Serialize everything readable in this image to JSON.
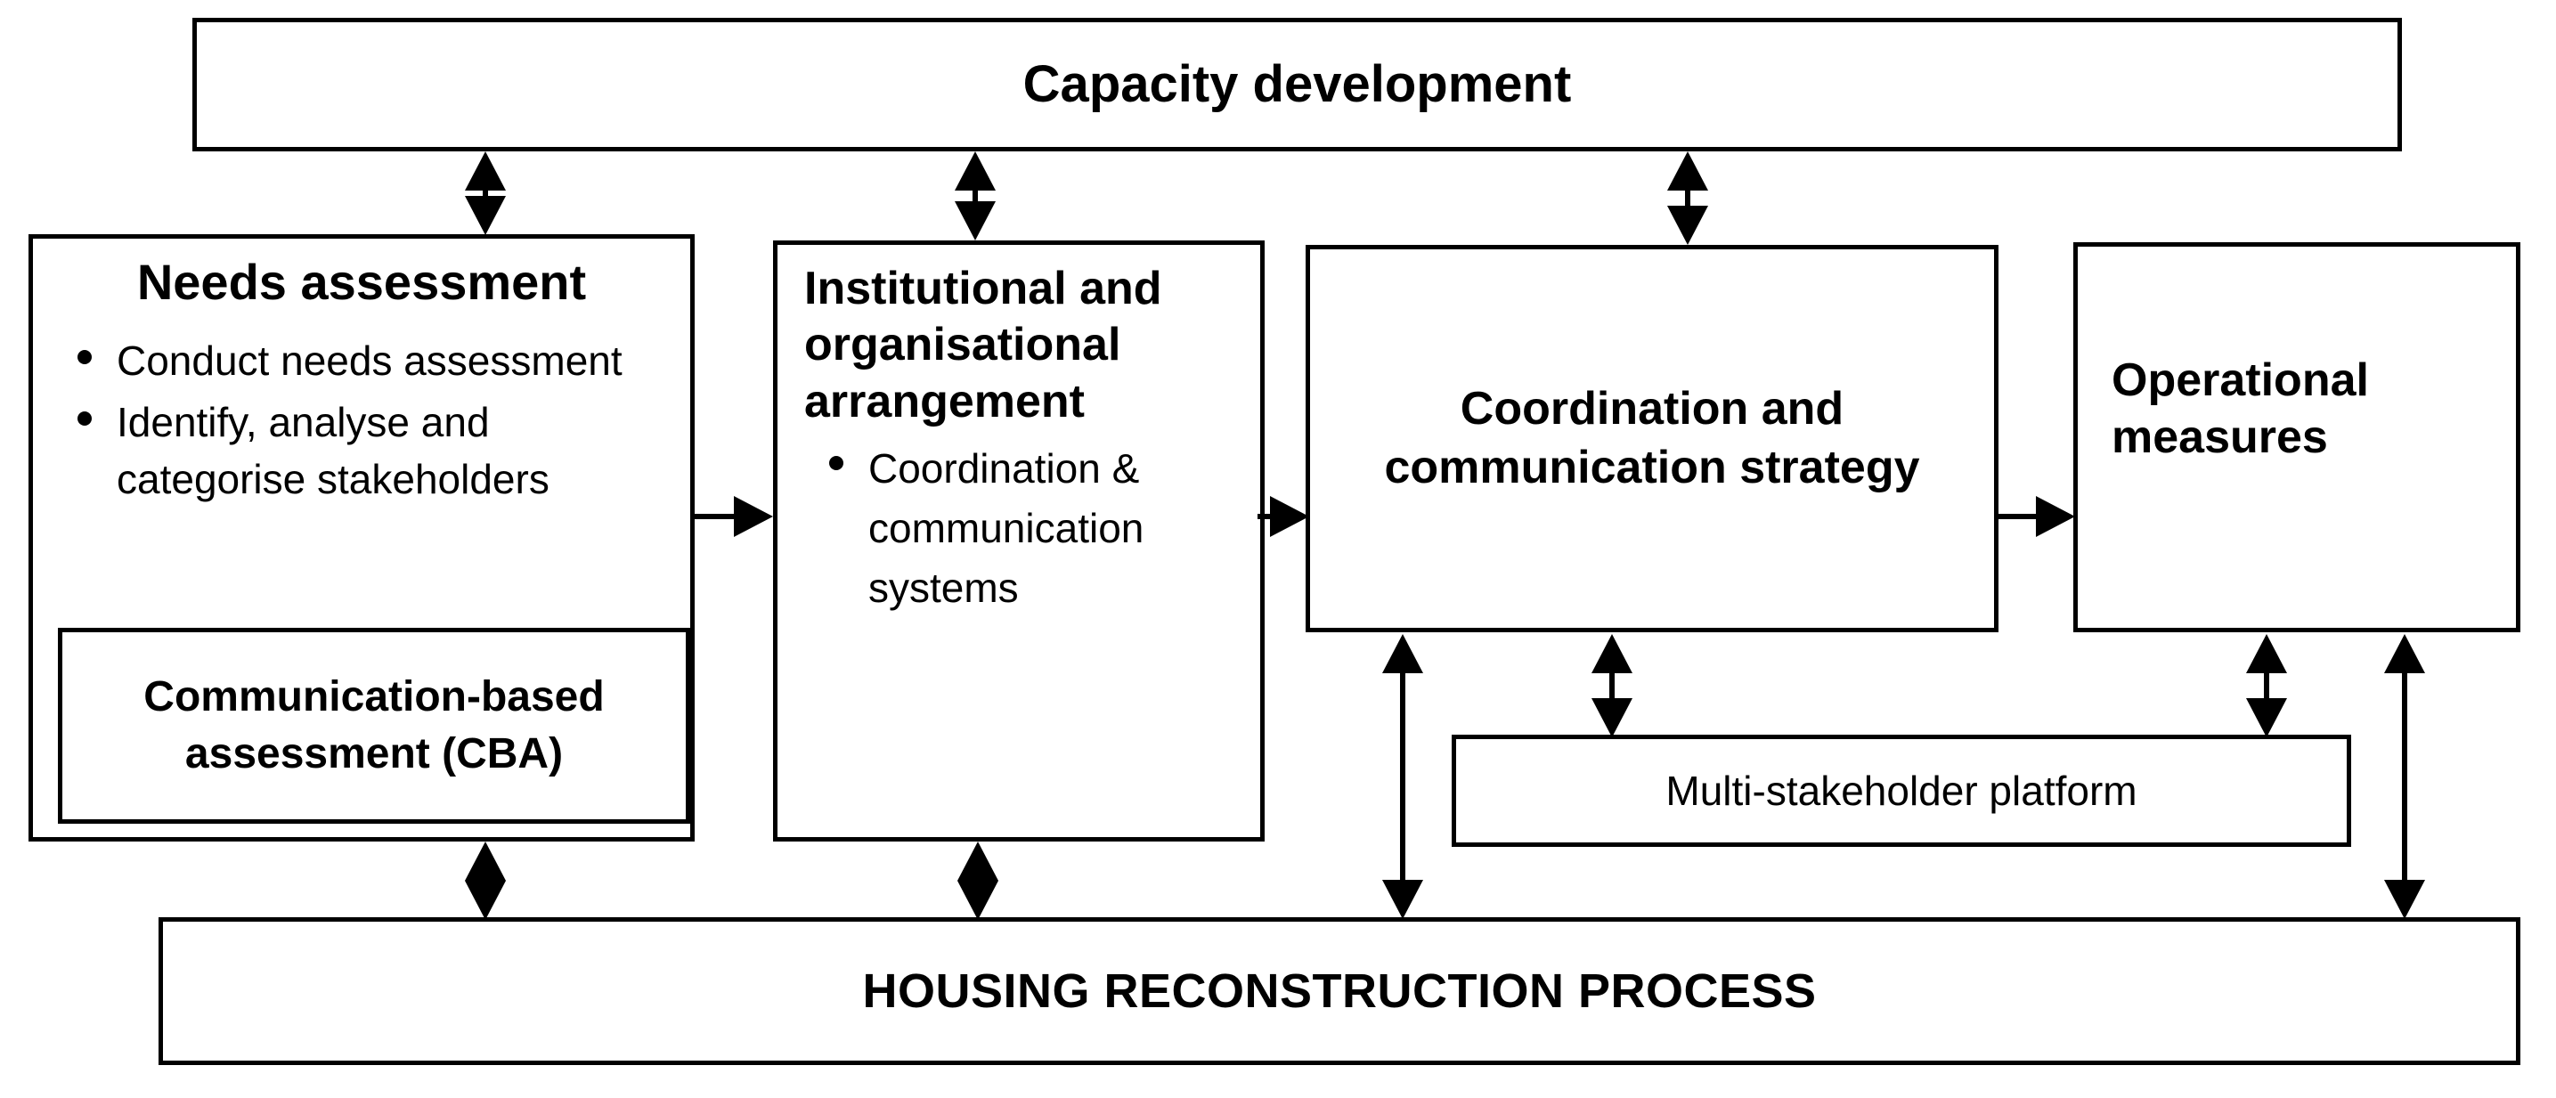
{
  "diagram": {
    "title_text": "Capacity development",
    "bottom_bar_text": "HOUSING RECONSTRUCTION PROCESS",
    "platform_text": "Multi-stakeholder platform",
    "columns": [
      {
        "id": "needs-assessment",
        "title": "Needs assessment",
        "bullets": [
          "Conduct needs assessment",
          "Identify, analyse and categorise stakeholders"
        ],
        "sub_box": "Communication-based assessment (CBA)"
      },
      {
        "id": "institutional-and-organisational-arrangement",
        "title": "Institutional and organisational arrangement",
        "bullets": [
          "Coordination & communication systems"
        ],
        "sub_box": null
      },
      {
        "id": "coordination-and-communication-strategy",
        "title": "Coordination and communication strategy",
        "bullets": [],
        "sub_box": null
      },
      {
        "id": "operational-measures",
        "title": "Operational measures",
        "bullets": [],
        "sub_box": null
      }
    ],
    "connectors": [
      {
        "name": "capacity-to-needs",
        "type": "double-vertical"
      },
      {
        "name": "capacity-to-institutional",
        "type": "double-vertical"
      },
      {
        "name": "capacity-to-coordination",
        "type": "double-vertical"
      },
      {
        "name": "needs-to-institutional",
        "type": "single-right"
      },
      {
        "name": "institutional-to-coordination",
        "type": "single-right"
      },
      {
        "name": "coordination-to-operational",
        "type": "single-right"
      },
      {
        "name": "needs-to-housing",
        "type": "double-vertical"
      },
      {
        "name": "institutional-to-housing",
        "type": "double-vertical"
      },
      {
        "name": "coordination-to-housing",
        "type": "double-vertical"
      },
      {
        "name": "coordination-to-platform",
        "type": "double-vertical"
      },
      {
        "name": "operational-to-platform",
        "type": "double-vertical"
      },
      {
        "name": "operational-to-housing",
        "type": "double-vertical"
      }
    ],
    "colors": {
      "stroke": "#000000",
      "fill": "#ffffff",
      "text": "#000000"
    }
  }
}
